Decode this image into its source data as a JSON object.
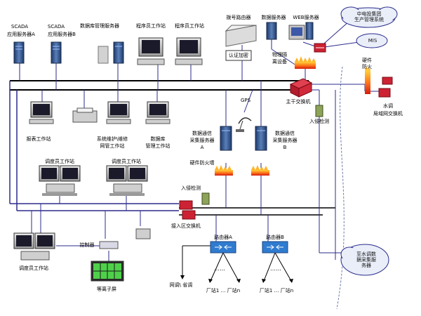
{
  "labels": {
    "scada_a_1": "SCADA",
    "scada_a_2": "应用服务器A",
    "scada_b_1": "SCADA",
    "scada_b_2": "应用服务器B",
    "db_server": "数据库管理服务器",
    "prog_ws_1": "程序员工作站",
    "prog_ws_2": "程序员工作站",
    "signal_router": "拨号路由器",
    "data_server": "数据服务器",
    "web_server": "WEB服务器",
    "auth_encrypt": "认证加密",
    "phys_isolation_1": "物理隔",
    "phys_isolation_2": "离设备",
    "hw_firewall_top_1": "硬件",
    "hw_firewall_top_2": "防火",
    "water_switch_1": "水调",
    "water_switch_2": "局域网交换机",
    "report_ws": "报表工作站",
    "sys_maint_1": "系统维护\\维修",
    "sys_maint_2": "网管工作站",
    "db_ws_1": "数据库",
    "db_ws_2": "管理工作站",
    "gps": "GPS",
    "main_switch": "主干交换机",
    "intrusion_1": "入侵检测",
    "comm_a_1": "数据通信",
    "comm_a_2": "采集服务器",
    "comm_a_3": "A",
    "comm_b_1": "数据通信",
    "comm_b_2": "采集服务器",
    "comm_b_3": "B",
    "hw_firewall_mid": "硬件防火墙",
    "dispatch_ws_1": "调度员工作站",
    "dispatch_ws_2": "调度员工作站",
    "intrusion_2": "入侵检测",
    "access_switch": "接入区交换机",
    "dispatch_ws_3": "调度员工作站",
    "controller": "控制器",
    "display_screen": "等离子屏",
    "router_a": "路由器A",
    "router_b": "路由器B",
    "grid_dispatch": "网调\\ 省调",
    "plant_a": "厂站1 … 厂站n",
    "plant_b": "厂站1 … 厂站n"
  },
  "clouds": {
    "production_mgmt": "中电投集团\n生产管理系统",
    "mis": "MIS",
    "water_collect": "至水调数\n据采集服\n务器"
  },
  "colors": {
    "bus": "#000000",
    "link": "#2b2b8c",
    "firewall": "#e52d12",
    "router_red": "#cc2233",
    "router_blue": "#2f7bd0",
    "server": "#2d4f86"
  }
}
